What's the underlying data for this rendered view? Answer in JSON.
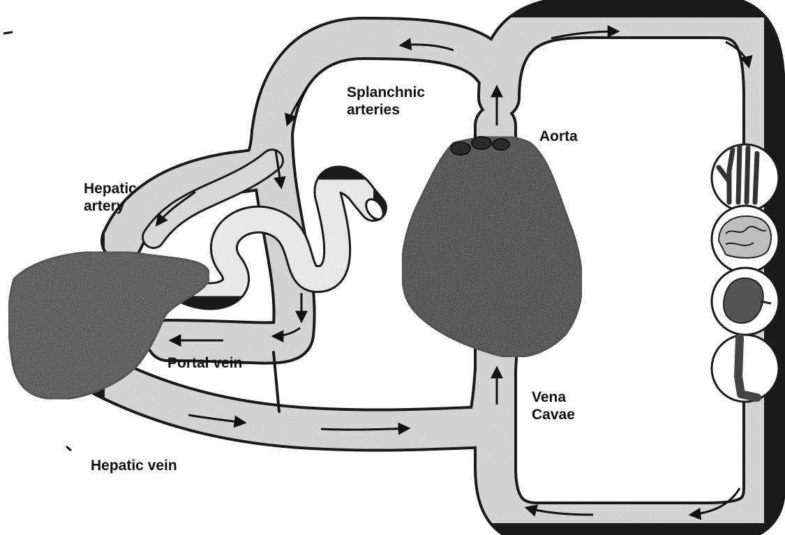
{
  "colors": {
    "vessel_fill": "#d8d8d8",
    "vessel_outline": "#1a1a1a",
    "organ_dark": "#2b2b2b",
    "liver": "#3c3c3c",
    "gut_fill": "#efefef",
    "arrow": "#111111"
  },
  "labels": {
    "splanchnic_arteries": [
      "Splanchnic",
      "arteries"
    ],
    "aorta": "Aorta",
    "hepatic_artery": [
      "Hepatic",
      "artery"
    ],
    "portal_vein": "Portal vein",
    "vena_cavae": [
      "Vena",
      "Cavae"
    ],
    "hepatic_vein": "Hepatic vein"
  },
  "organ_icons": [
    "hand-icon",
    "brain-icon",
    "kidney-icon",
    "leg-icon"
  ]
}
